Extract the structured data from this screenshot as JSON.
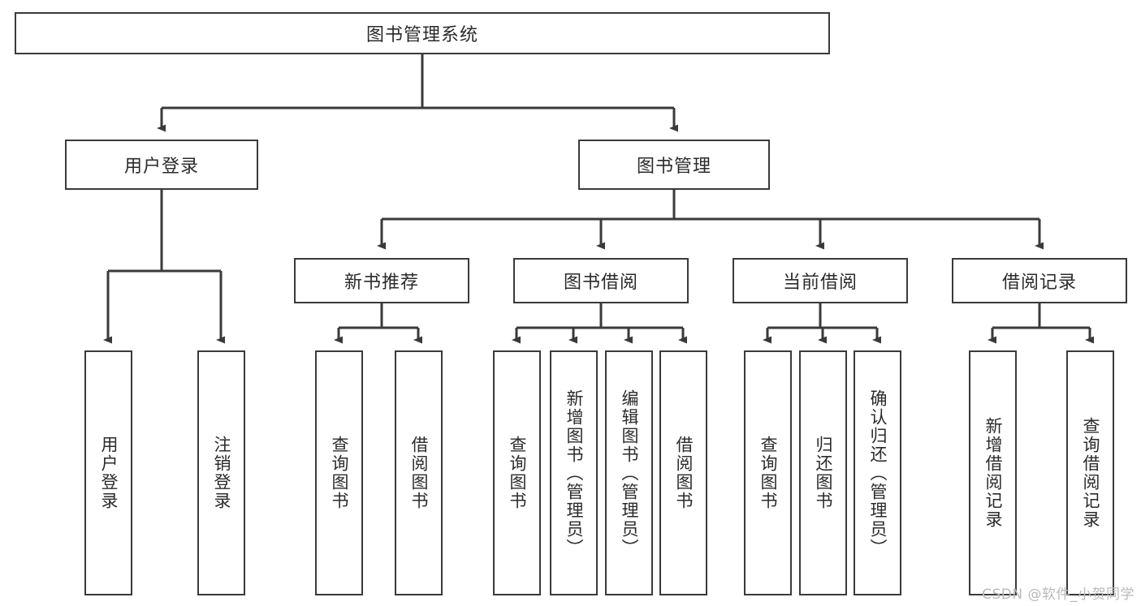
{
  "diagram": {
    "type": "hierarchy-tree",
    "title": "图书管理系统",
    "levels": 4,
    "root": {
      "id": "root",
      "label": "图书管理系统"
    },
    "level2": [
      {
        "id": "user-login",
        "label": "用户登录"
      },
      {
        "id": "book-management",
        "label": "图书管理"
      }
    ],
    "level3": [
      {
        "id": "new-book-recommend",
        "label": "新书推荐",
        "parent": "book-management"
      },
      {
        "id": "book-borrow",
        "label": "图书借阅",
        "parent": "book-management"
      },
      {
        "id": "current-borrow",
        "label": "当前借阅",
        "parent": "book-management"
      },
      {
        "id": "borrow-record",
        "label": "借阅记录",
        "parent": "book-management"
      }
    ],
    "leaves": [
      {
        "id": "leaf-user-login",
        "label": "用户登录",
        "parent": "user-login"
      },
      {
        "id": "leaf-logout",
        "label": "注销登录",
        "parent": "user-login"
      },
      {
        "id": "leaf-query-book-1",
        "label": "查询图书",
        "parent": "new-book-recommend"
      },
      {
        "id": "leaf-borrow-book-1",
        "label": "借阅图书",
        "parent": "new-book-recommend"
      },
      {
        "id": "leaf-query-book-2",
        "label": "查询图书",
        "parent": "book-borrow"
      },
      {
        "id": "leaf-add-book",
        "label": "新增图书（管理员）",
        "parent": "book-borrow"
      },
      {
        "id": "leaf-edit-book",
        "label": "编辑图书（管理员）",
        "parent": "book-borrow"
      },
      {
        "id": "leaf-borrow-book-2",
        "label": "借阅图书",
        "parent": "book-borrow"
      },
      {
        "id": "leaf-query-book-3",
        "label": "查询图书",
        "parent": "current-borrow"
      },
      {
        "id": "leaf-return-book",
        "label": "归还图书",
        "parent": "current-borrow"
      },
      {
        "id": "leaf-confirm-return",
        "label": "确认归还（管理员）",
        "parent": "current-borrow"
      },
      {
        "id": "leaf-add-record",
        "label": "新增借阅记录",
        "parent": "borrow-record"
      },
      {
        "id": "leaf-query-record",
        "label": "查询借阅记录",
        "parent": "borrow-record"
      }
    ],
    "colors": {
      "border": "#3a3a3a",
      "text": "#2b2b2b",
      "background": "#ffffff",
      "connector": "#3a3a3a",
      "watermark": "#b9b9b9"
    }
  },
  "watermark": {
    "text": "CSDN @软件_小贺同学"
  }
}
